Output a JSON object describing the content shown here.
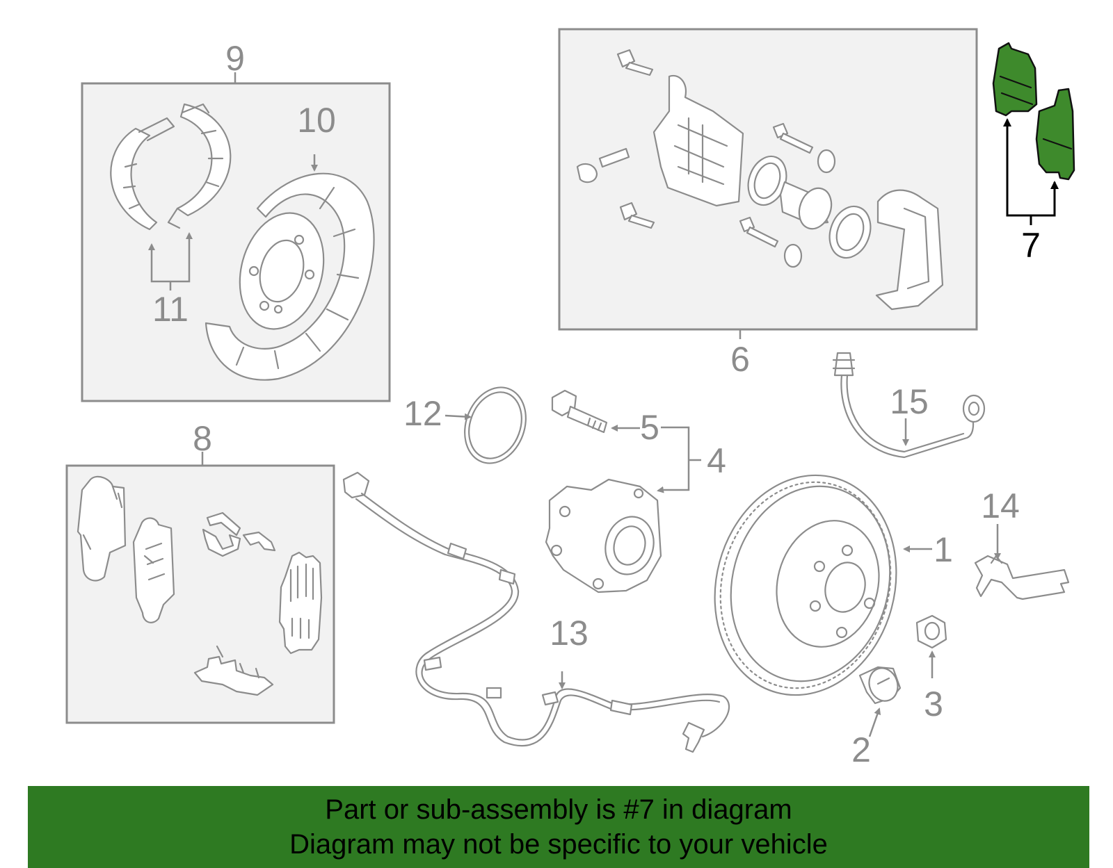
{
  "callouts": {
    "n1": "1",
    "n2": "2",
    "n3": "3",
    "n4": "4",
    "n5": "5",
    "n6": "6",
    "n7": "7",
    "n8": "8",
    "n9": "9",
    "n10": "10",
    "n11": "11",
    "n12": "12",
    "n13": "13",
    "n14": "14",
    "n15": "15"
  },
  "highlight": {
    "part_number": "7",
    "color": "#3e8a2c"
  },
  "banner": {
    "line1": "Part or sub-assembly is #7 in diagram",
    "line2": "Diagram may not be specific to your vehicle",
    "background": "#2e7a22"
  }
}
